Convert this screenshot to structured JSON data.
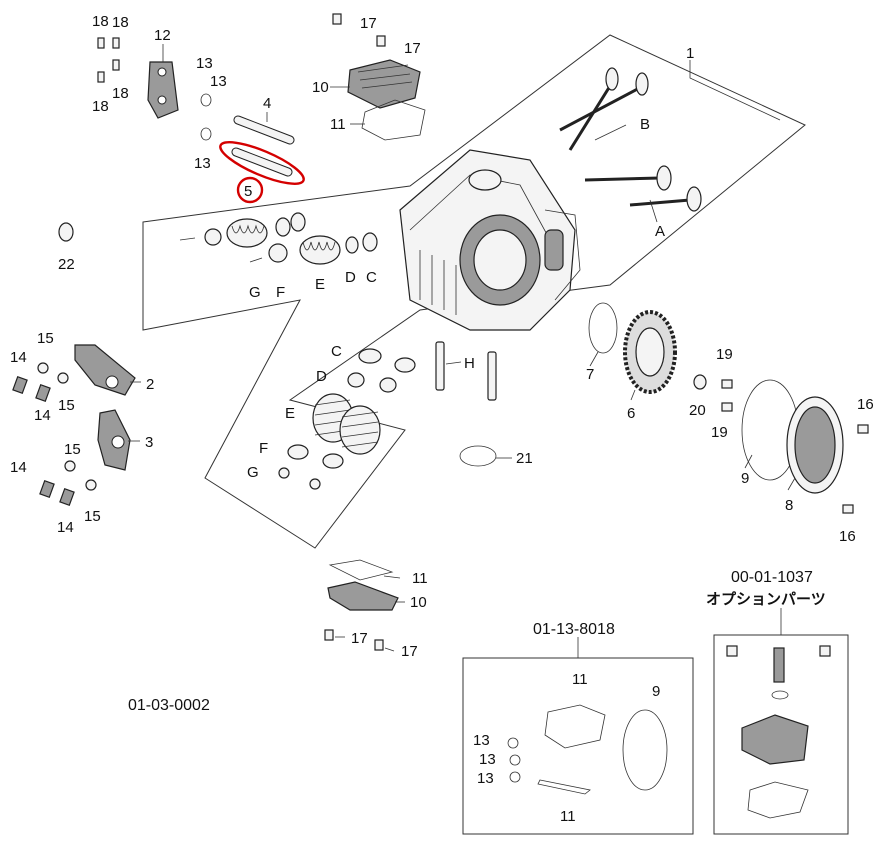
{
  "diagram": {
    "main_code": "01-03-0002",
    "kit_code": "01-13-8018",
    "option_code": "00-01-1037",
    "option_label": "オプションパーツ",
    "highlight_label": "5",
    "highlight_color": "#d40000"
  },
  "labels": {
    "p1": "1",
    "p2": "2",
    "p3": "3",
    "p4": "4",
    "p6": "6",
    "p7": "7",
    "p8": "8",
    "p9": "9",
    "p10a": "10",
    "p10b": "10",
    "p11a": "11",
    "p11b": "11",
    "p12": "12",
    "p13a": "13",
    "p13b": "13",
    "p13c": "13",
    "p14a": "14",
    "p14b": "14",
    "p14c": "14",
    "p14d": "14",
    "p15a": "15",
    "p15b": "15",
    "p15c": "15",
    "p15d": "15",
    "p16a": "16",
    "p16b": "16",
    "p17a": "17",
    "p17b": "17",
    "p17c": "17",
    "p17d": "17",
    "p18a": "18",
    "p18b": "18",
    "p18c": "18",
    "p18d": "18",
    "p19a": "19",
    "p19b": "19",
    "p20": "20",
    "p21": "21",
    "p22": "22",
    "pA": "A",
    "pB": "B",
    "pC1": "C",
    "pD1": "D",
    "pE1": "E",
    "pF1": "F",
    "pG1": "G",
    "pC2": "C",
    "pD2": "D",
    "pE2": "E",
    "pF2": "F",
    "pG2": "G",
    "pH": "H",
    "k11a": "11",
    "k9": "9",
    "k13a": "13",
    "k13b": "13",
    "k13c": "13",
    "k11b": "11"
  }
}
